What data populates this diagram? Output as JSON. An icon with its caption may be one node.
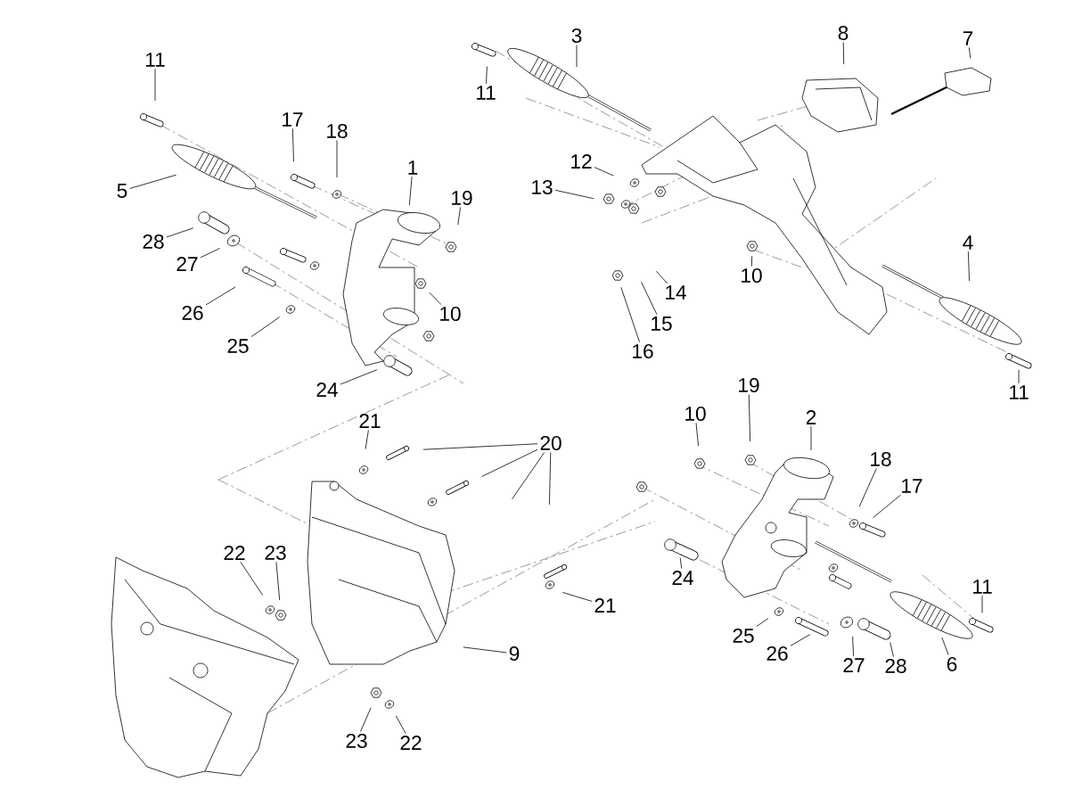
{
  "diagram": {
    "nodes": [
      {
        "text": [
          "11"
        ]
      },
      {
        "text": [
          "3"
        ]
      },
      {
        "text": [
          "8"
        ]
      },
      {
        "text": [
          "7"
        ]
      },
      {
        "text": [
          "11"
        ]
      },
      {
        "text": [
          "17"
        ]
      },
      {
        "text": [
          "18"
        ]
      },
      {
        "text": [
          "1"
        ]
      },
      {
        "text": [
          "12"
        ]
      },
      {
        "text": [
          "13"
        ]
      },
      {
        "text": [
          "5"
        ]
      },
      {
        "text": [
          "19"
        ]
      },
      {
        "text": [
          "28"
        ]
      },
      {
        "text": [
          "4"
        ]
      },
      {
        "text": [
          "27"
        ]
      },
      {
        "text": [
          "10"
        ]
      },
      {
        "text": [
          "14"
        ]
      },
      {
        "text": [
          "26"
        ]
      },
      {
        "text": [
          "10"
        ]
      },
      {
        "text": [
          "15"
        ]
      },
      {
        "text": [
          "25"
        ]
      },
      {
        "text": [
          "16"
        ]
      },
      {
        "text": [
          "19"
        ]
      },
      {
        "text": [
          "24"
        ]
      },
      {
        "text": [
          "11"
        ]
      },
      {
        "text": [
          "10"
        ]
      },
      {
        "text": [
          "2"
        ]
      },
      {
        "text": [
          "21"
        ]
      },
      {
        "text": [
          "20"
        ]
      },
      {
        "text": [
          "18"
        ]
      },
      {
        "text": [
          "17"
        ]
      },
      {
        "text": [
          "22"
        ]
      },
      {
        "text": [
          "23"
        ]
      },
      {
        "text": [
          "24"
        ]
      },
      {
        "text": [
          "11"
        ]
      },
      {
        "text": [
          "21"
        ]
      },
      {
        "text": [
          "25"
        ]
      },
      {
        "text": [
          "9"
        ]
      },
      {
        "text": [
          "26"
        ]
      },
      {
        "text": [
          "6"
        ]
      },
      {
        "text": [
          "27"
        ]
      },
      {
        "text": [
          "28"
        ]
      },
      {
        "text": [
          "23"
        ]
      },
      {
        "text": [
          "22"
        ]
      }
    ],
    "edges": [
      {
        "from": 0,
        "to": null,
        "arrow": "none"
      },
      {
        "from": 1,
        "to": null,
        "arrow": "none"
      },
      {
        "from": 2,
        "to": null,
        "arrow": "none"
      },
      {
        "from": 3,
        "to": null,
        "arrow": "none"
      },
      {
        "from": 4,
        "to": null,
        "arrow": "none"
      },
      {
        "from": 5,
        "to": null,
        "arrow": "none"
      },
      {
        "from": 6,
        "to": null,
        "arrow": "none"
      },
      {
        "from": 7,
        "to": null,
        "arrow": "none"
      },
      {
        "from": 8,
        "to": null,
        "arrow": "none"
      },
      {
        "from": 9,
        "to": null,
        "arrow": "none"
      },
      {
        "from": 10,
        "to": null,
        "arrow": "none"
      },
      {
        "from": 11,
        "to": null,
        "arrow": "none"
      },
      {
        "from": 12,
        "to": null,
        "arrow": "none"
      },
      {
        "from": 13,
        "to": null,
        "arrow": "none"
      },
      {
        "from": 14,
        "to": null,
        "arrow": "none"
      },
      {
        "from": 15,
        "to": null,
        "arrow": "none"
      },
      {
        "from": 16,
        "to": null,
        "arrow": "none"
      },
      {
        "from": 17,
        "to": null,
        "arrow": "none"
      },
      {
        "from": 18,
        "to": null,
        "arrow": "none"
      },
      {
        "from": 19,
        "to": null,
        "arrow": "none"
      },
      {
        "from": 20,
        "to": null,
        "arrow": "none"
      },
      {
        "from": 21,
        "to": null,
        "arrow": "none"
      },
      {
        "from": 22,
        "to": null,
        "arrow": "none"
      },
      {
        "from": 23,
        "to": null,
        "arrow": "none"
      },
      {
        "from": 24,
        "to": null,
        "arrow": "none"
      },
      {
        "from": 25,
        "to": null,
        "arrow": "none"
      },
      {
        "from": 26,
        "to": null,
        "arrow": "none"
      },
      {
        "from": 27,
        "to": null,
        "arrow": "none"
      },
      {
        "from": 28,
        "to": null,
        "arrow": "none"
      },
      {
        "from": 28,
        "to": null,
        "arrow": "none"
      },
      {
        "from": 28,
        "to": null,
        "arrow": "none"
      },
      {
        "from": 28,
        "to": null,
        "arrow": "none"
      },
      {
        "from": 29,
        "to": null,
        "arrow": "none"
      },
      {
        "from": 30,
        "to": null,
        "arrow": "none"
      },
      {
        "from": 31,
        "to": null,
        "arrow": "none"
      },
      {
        "from": 32,
        "to": null,
        "arrow": "none"
      },
      {
        "from": 33,
        "to": null,
        "arrow": "none"
      },
      {
        "from": 34,
        "to": null,
        "arrow": "none"
      },
      {
        "from": 35,
        "to": null,
        "arrow": "none"
      },
      {
        "from": 36,
        "to": null,
        "arrow": "none"
      },
      {
        "from": 37,
        "to": null,
        "arrow": "none"
      },
      {
        "from": 38,
        "to": null,
        "arrow": "none"
      },
      {
        "from": 39,
        "to": null,
        "arrow": "none"
      },
      {
        "from": 40,
        "to": null,
        "arrow": "none"
      },
      {
        "from": 41,
        "to": null,
        "arrow": "none"
      },
      {
        "from": 42,
        "to": null,
        "arrow": "none"
      },
      {
        "from": 43,
        "to": null,
        "arrow": "none"
      }
    ]
  }
}
